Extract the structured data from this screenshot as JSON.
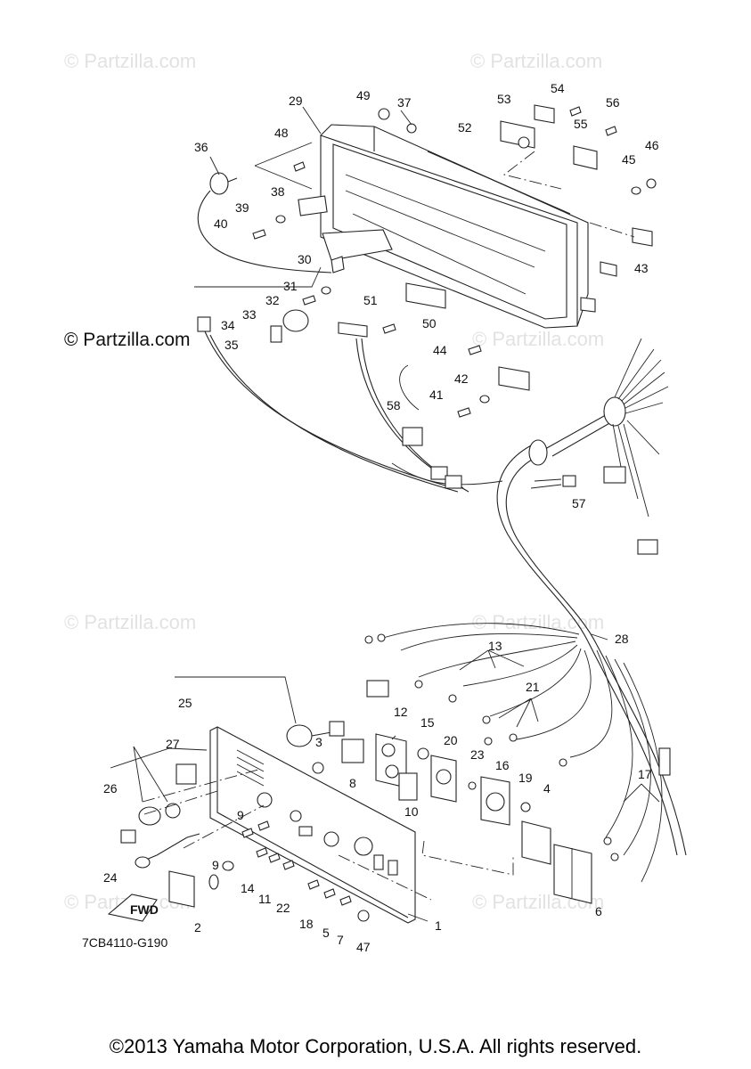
{
  "watermarks": [
    "© Partzilla.com",
    "© Partzilla.com",
    "© Partzilla.com",
    "© Partzilla.com",
    "© Partzilla.com",
    "© Partzilla.com",
    "© Partzilla.com",
    "© Partzilla.com"
  ],
  "watermark_left": "© Partzilla.com",
  "diagram_code": "7CB4110-G190",
  "fwd_label": "FWD",
  "copyright": "©2013 Yamaha Motor Corporation, U.S.A. All rights reserved.",
  "callouts": [
    "1",
    "2",
    "3",
    "4",
    "5",
    "6",
    "7",
    "8",
    "9",
    "9",
    "10",
    "11",
    "12",
    "13",
    "14",
    "15",
    "16",
    "17",
    "18",
    "19",
    "20",
    "21",
    "22",
    "23",
    "24",
    "25",
    "26",
    "27",
    "28",
    "29",
    "30",
    "31",
    "32",
    "33",
    "34",
    "35",
    "36",
    "37",
    "38",
    "39",
    "40",
    "41",
    "42",
    "43",
    "44",
    "45",
    "46",
    "47",
    "48",
    "49",
    "50",
    "51",
    "52",
    "53",
    "54",
    "55",
    "56",
    "57",
    "58"
  ]
}
